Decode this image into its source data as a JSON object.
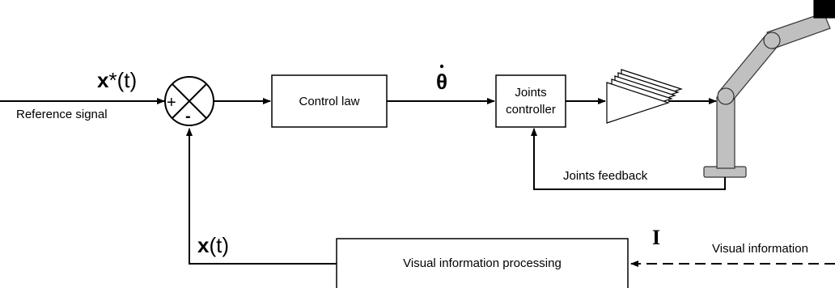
{
  "signals": {
    "reference_math_bold": "x",
    "reference_math_rest": "*(t)",
    "reference_caption": "Reference signal",
    "sum_plus": "+",
    "sum_minus": "-",
    "theta_dot": "θ",
    "feedback_math_bold": "x",
    "feedback_math_rest": "(t)",
    "image_symbol": "I",
    "visual_information": "Visual information",
    "joints_feedback": "Joints feedback"
  },
  "blocks": {
    "control_law": "Control law",
    "joints_controller_line1": "Joints",
    "joints_controller_line2": "controller",
    "visual_processing": "Visual information processing"
  },
  "colors": {
    "line": "#000000",
    "robot_fill": "#c0c0c0",
    "robot_stroke": "#333333",
    "gripper": "#000000"
  }
}
